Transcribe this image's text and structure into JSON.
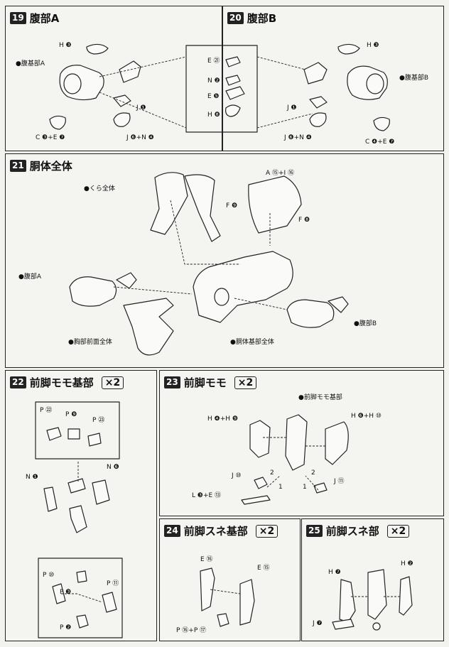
{
  "steps": [
    {
      "no": "19",
      "title": "腹部A"
    },
    {
      "no": "20",
      "title": "腹部B"
    },
    {
      "no": "21",
      "title": "胴体全体"
    },
    {
      "no": "22",
      "title": "前脚モモ基部",
      "mult": "×2"
    },
    {
      "no": "23",
      "title": "前脚モモ",
      "mult": "×2"
    },
    {
      "no": "24",
      "title": "前脚スネ基部",
      "mult": "×2"
    },
    {
      "no": "25",
      "title": "前脚スネ部",
      "mult": "×2"
    }
  ],
  "labels": {
    "p19": [
      "H ❸",
      "●腹基部A",
      "J ❶",
      "C ❸+E ❼",
      "J ❻+N ❹"
    ],
    "inset": [
      "E ㉑",
      "N ❷",
      "E ❺",
      "H ❽"
    ],
    "p20": [
      "H ❸",
      "●腹基部B",
      "J ❶",
      "J ❻+N ❹",
      "C ❹+E ❼"
    ],
    "p21": [
      "●くら全体",
      "A ⑮+I ⑯",
      "F ❾",
      "F ❽",
      "●腹部A",
      "●胸部前面全体",
      "●胴体基部全体",
      "●腹部B"
    ],
    "p22": [
      "P ㉒",
      "P ❾",
      "P ㉓",
      "N ❶",
      "N ❻",
      "P ⑩",
      "P ❸",
      "P ⑪",
      "P ❷"
    ],
    "p23": [
      "●前脚モモ基部",
      "H ❹+H ❾",
      "H ❻+H ⑩",
      "J ⑩",
      "J ⑪",
      "L ❸+E ⑬",
      "2",
      "1",
      "2",
      "1"
    ],
    "p24": [
      "E ⑯",
      "E ⑮",
      "P ⑯+P ⑰"
    ],
    "p25": [
      "H ❷",
      "H ❼",
      "J ❼"
    ]
  }
}
